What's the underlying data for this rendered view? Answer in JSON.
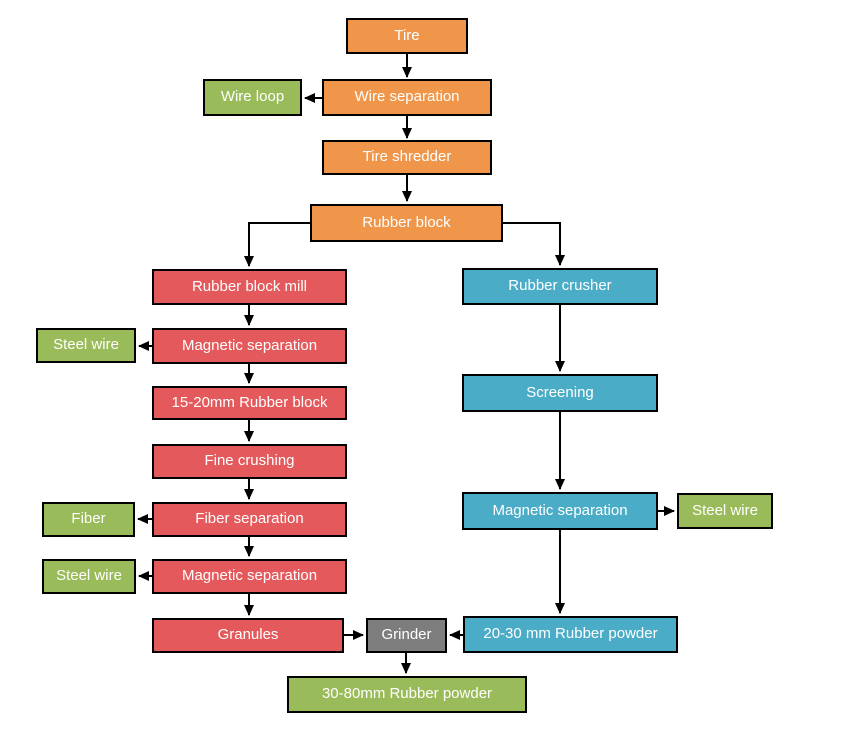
{
  "diagram": {
    "type": "flowchart",
    "palette": {
      "orange": "#F0964A",
      "red": "#E45A5C",
      "blue": "#4AACC6",
      "green": "#9ABB59",
      "gray": "#7D7D7D",
      "border": "#000000",
      "text": "#FFFFFF",
      "background": "#FFFFFF",
      "connector": "#000000"
    },
    "nodes": [
      {
        "id": "tire",
        "label": "Tire",
        "color": "orange"
      },
      {
        "id": "wire-separation",
        "label": "Wire separation",
        "color": "orange"
      },
      {
        "id": "wire-loop",
        "label": "Wire loop",
        "color": "green"
      },
      {
        "id": "tire-shredder",
        "label": "Tire shredder",
        "color": "orange"
      },
      {
        "id": "rubber-block",
        "label": "Rubber block",
        "color": "orange"
      },
      {
        "id": "rubber-block-mill",
        "label": "Rubber block mill",
        "color": "red"
      },
      {
        "id": "steel-wire-1",
        "label": "Steel wire",
        "color": "green"
      },
      {
        "id": "magnetic-separation-1",
        "label": "Magnetic separation",
        "color": "red"
      },
      {
        "id": "rubber-block-15-20",
        "label": "15-20mm Rubber block",
        "color": "red"
      },
      {
        "id": "fine-crushing",
        "label": "Fine crushing",
        "color": "red"
      },
      {
        "id": "fiber",
        "label": "Fiber",
        "color": "green"
      },
      {
        "id": "fiber-separation",
        "label": "Fiber separation",
        "color": "red"
      },
      {
        "id": "steel-wire-2",
        "label": "Steel wire",
        "color": "green"
      },
      {
        "id": "magnetic-separation-2",
        "label": "Magnetic separation",
        "color": "red"
      },
      {
        "id": "granules",
        "label": "Granules",
        "color": "red"
      },
      {
        "id": "grinder",
        "label": "Grinder",
        "color": "gray"
      },
      {
        "id": "rubber-crusher",
        "label": "Rubber crusher",
        "color": "blue"
      },
      {
        "id": "screening",
        "label": "Screening",
        "color": "blue"
      },
      {
        "id": "magnetic-separation-3",
        "label": "Magnetic separation",
        "color": "blue"
      },
      {
        "id": "steel-wire-3",
        "label": "Steel wire",
        "color": "green"
      },
      {
        "id": "rubber-powder-20-30",
        "label": "20-30 mm Rubber powder",
        "color": "blue"
      },
      {
        "id": "rubber-powder-30-80",
        "label": "30-80mm Rubber powder",
        "color": "green"
      }
    ],
    "edges": [
      {
        "from": "tire",
        "to": "wire-separation"
      },
      {
        "from": "wire-separation",
        "to": "wire-loop"
      },
      {
        "from": "wire-separation",
        "to": "tire-shredder"
      },
      {
        "from": "tire-shredder",
        "to": "rubber-block"
      },
      {
        "from": "rubber-block",
        "to": "rubber-block-mill"
      },
      {
        "from": "rubber-block",
        "to": "rubber-crusher"
      },
      {
        "from": "rubber-block-mill",
        "to": "magnetic-separation-1"
      },
      {
        "from": "magnetic-separation-1",
        "to": "steel-wire-1"
      },
      {
        "from": "magnetic-separation-1",
        "to": "rubber-block-15-20"
      },
      {
        "from": "rubber-block-15-20",
        "to": "fine-crushing"
      },
      {
        "from": "fine-crushing",
        "to": "fiber-separation"
      },
      {
        "from": "fiber-separation",
        "to": "fiber"
      },
      {
        "from": "fiber-separation",
        "to": "magnetic-separation-2"
      },
      {
        "from": "magnetic-separation-2",
        "to": "steel-wire-2"
      },
      {
        "from": "magnetic-separation-2",
        "to": "granules"
      },
      {
        "from": "granules",
        "to": "grinder"
      },
      {
        "from": "grinder",
        "to": "rubber-powder-30-80"
      },
      {
        "from": "rubber-crusher",
        "to": "screening"
      },
      {
        "from": "screening",
        "to": "magnetic-separation-3"
      },
      {
        "from": "magnetic-separation-3",
        "to": "steel-wire-3"
      },
      {
        "from": "magnetic-separation-3",
        "to": "rubber-powder-20-30"
      },
      {
        "from": "rubber-powder-20-30",
        "to": "grinder"
      }
    ]
  }
}
